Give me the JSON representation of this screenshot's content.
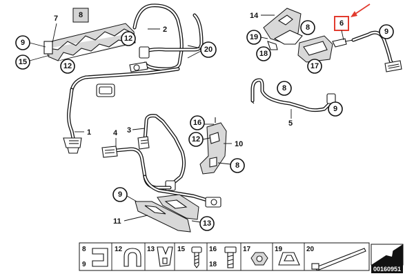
{
  "highlight_color": "#e23b2e",
  "figure_id": "00160951",
  "callouts": {
    "c7": "7",
    "c8a": "8",
    "c9a": "9",
    "c15a": "15",
    "c12a": "12",
    "c12b": "12",
    "c2": "2",
    "c20": "20",
    "c1": "1",
    "c14": "14",
    "c8b": "8",
    "c19": "19",
    "c18": "18",
    "c17": "17",
    "c6": "6",
    "c9b": "9",
    "c8c": "8",
    "c9c": "9",
    "c5": "5",
    "c4": "4",
    "c3": "3",
    "c16": "16",
    "c12c": "12",
    "c10": "10",
    "c8d": "8",
    "c9d": "9",
    "c11": "11",
    "c13": "13"
  },
  "legend": {
    "cells": [
      {
        "top": "8",
        "bottom": "9",
        "icon": "clip-icon"
      },
      {
        "top": "12",
        "bottom": "",
        "icon": "cable-holder-icon"
      },
      {
        "top": "13",
        "bottom": "",
        "icon": "clamp-icon"
      },
      {
        "top": "15",
        "bottom": "",
        "icon": "screw-icon"
      },
      {
        "top": "16",
        "bottom": "18",
        "icon": "bolt-icon"
      },
      {
        "top": "17",
        "bottom": "",
        "icon": "nut-icon"
      },
      {
        "top": "19",
        "bottom": "",
        "icon": "spring-clip-icon"
      },
      {
        "top": "20",
        "bottom": "",
        "icon": "cable-tie-icon"
      }
    ]
  }
}
